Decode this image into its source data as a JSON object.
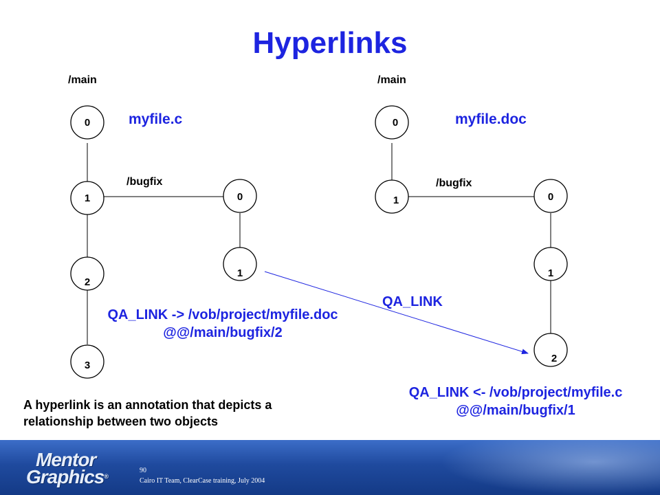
{
  "title": "Hyperlinks",
  "left_tree": {
    "main_branch_label": "/main",
    "bugfix_branch_label": "/bugfix",
    "file_label": "myfile.c",
    "main_versions": [
      "0",
      "1",
      "2",
      "3"
    ],
    "bugfix_versions": [
      "0",
      "1"
    ]
  },
  "right_tree": {
    "main_branch_label": "/main",
    "bugfix_branch_label": "/bugfix",
    "file_label": "myfile.doc",
    "main_versions": [
      "0",
      "1"
    ],
    "bugfix_versions": [
      "0",
      "1",
      "2"
    ]
  },
  "hyperlink": {
    "label": "QA_LINK",
    "from_text_line1": "QA_LINK -> /vob/project/myfile.doc",
    "from_text_line2": "@@/main/bugfix/2",
    "to_text_line1": "QA_LINK <- /vob/project/myfile.c",
    "to_text_line2": "@@/main/bugfix/1",
    "color": "#1d24e0"
  },
  "description_line1": "A hyperlink is an annotation that depicts a",
  "description_line2": "relationship between two objects",
  "footer": {
    "logo_line1": "Mentor",
    "logo_line2": "Graphics",
    "logo_mark": "®",
    "page_number": "90",
    "caption": "Cairo IT Team, ClearCase training, July 2004"
  },
  "colors": {
    "accent": "#1d24e0",
    "footer_blue": "#1f4a9e"
  }
}
